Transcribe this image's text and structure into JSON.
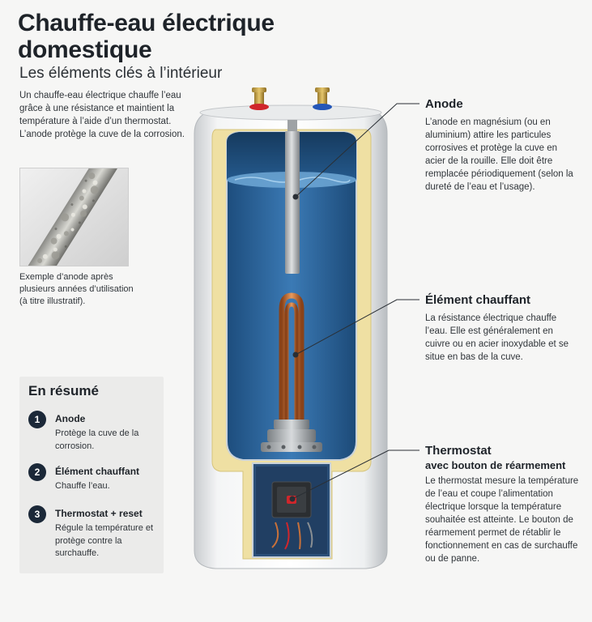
{
  "header": {
    "title": "Chauffe-eau électrique domestique",
    "subtitle": "Les éléments clés à l’intérieur",
    "intro": "Un chauffe-eau électrique chauffe l’eau grâce à une résistance et maintient la température à l’aide d’un thermostat. L’anode protège la cuve de la corrosion."
  },
  "photo": {
    "caption": "Exemple d’anode après plusieurs années d’utilisation (à titre illustratif)."
  },
  "summary": {
    "heading": "En résumé",
    "items": [
      {
        "number": "1",
        "title": "Anode",
        "desc": "Protège la cuve de la corrosion."
      },
      {
        "number": "2",
        "title": "Élément chauffant",
        "desc": "Chauffe l’eau."
      },
      {
        "number": "3",
        "title": "Thermostat + reset",
        "desc": "Régule la température et protège contre la surchauffe."
      }
    ]
  },
  "callouts": {
    "anode": {
      "title": "Anode",
      "desc": "L’anode en magnésium (ou en aluminium) attire les particules corrosives et protège la cuve en acier de la rouille. Elle doit être remplacée périodiquement (selon la dureté de l’eau et l’usage)."
    },
    "element": {
      "title": "Élément chauffant",
      "desc": "La résistance électrique chauffe l’eau. Elle est généralement en cuivre ou en acier inoxydable et se situe en bas de la cuve."
    },
    "thermostat": {
      "title_line1": "Thermostat",
      "title_line2": "avec bouton de réarmement",
      "desc": "Le thermostat mesure la température de l’eau et coupe l’alimentation électrique lorsque la température souhaitée est atteinte. Le bouton de réarmement permet de rétablir le fonctionnement en cas de surchauffe ou de panne."
    }
  },
  "colors": {
    "accent": "#1b2838",
    "water": "#2e6aa0",
    "insulation": "#efe0a3",
    "hot_pipe": "#d0262b",
    "cold_pipe": "#2456b8",
    "copper": "#c8713a"
  }
}
